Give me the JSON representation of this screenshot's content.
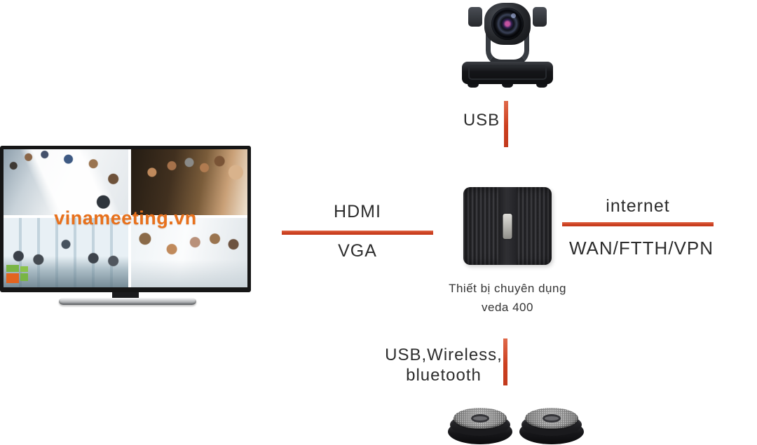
{
  "page": {
    "background": "#ffffff"
  },
  "colors": {
    "connector": "#cc3f1f",
    "label_text": "#2d2d2d",
    "watermark_orange": "#e8711c",
    "logo_green": "#79b544",
    "logo_orange": "#e2641f"
  },
  "tv": {
    "watermark": "vinameeting.vn"
  },
  "device": {
    "caption_line1": "Thiết bị chuyên dụng",
    "caption_line2": "veda 400"
  },
  "connections": {
    "camera_device": {
      "label": "USB"
    },
    "tv_device": {
      "label_top": "HDMI",
      "label_bottom": "VGA"
    },
    "device_internet": {
      "label_top": "internet",
      "label_bottom": "WAN/FTTH/VPN"
    },
    "device_audio": {
      "label_line1": "USB,Wireless,",
      "label_line2": "bluetooth"
    }
  }
}
